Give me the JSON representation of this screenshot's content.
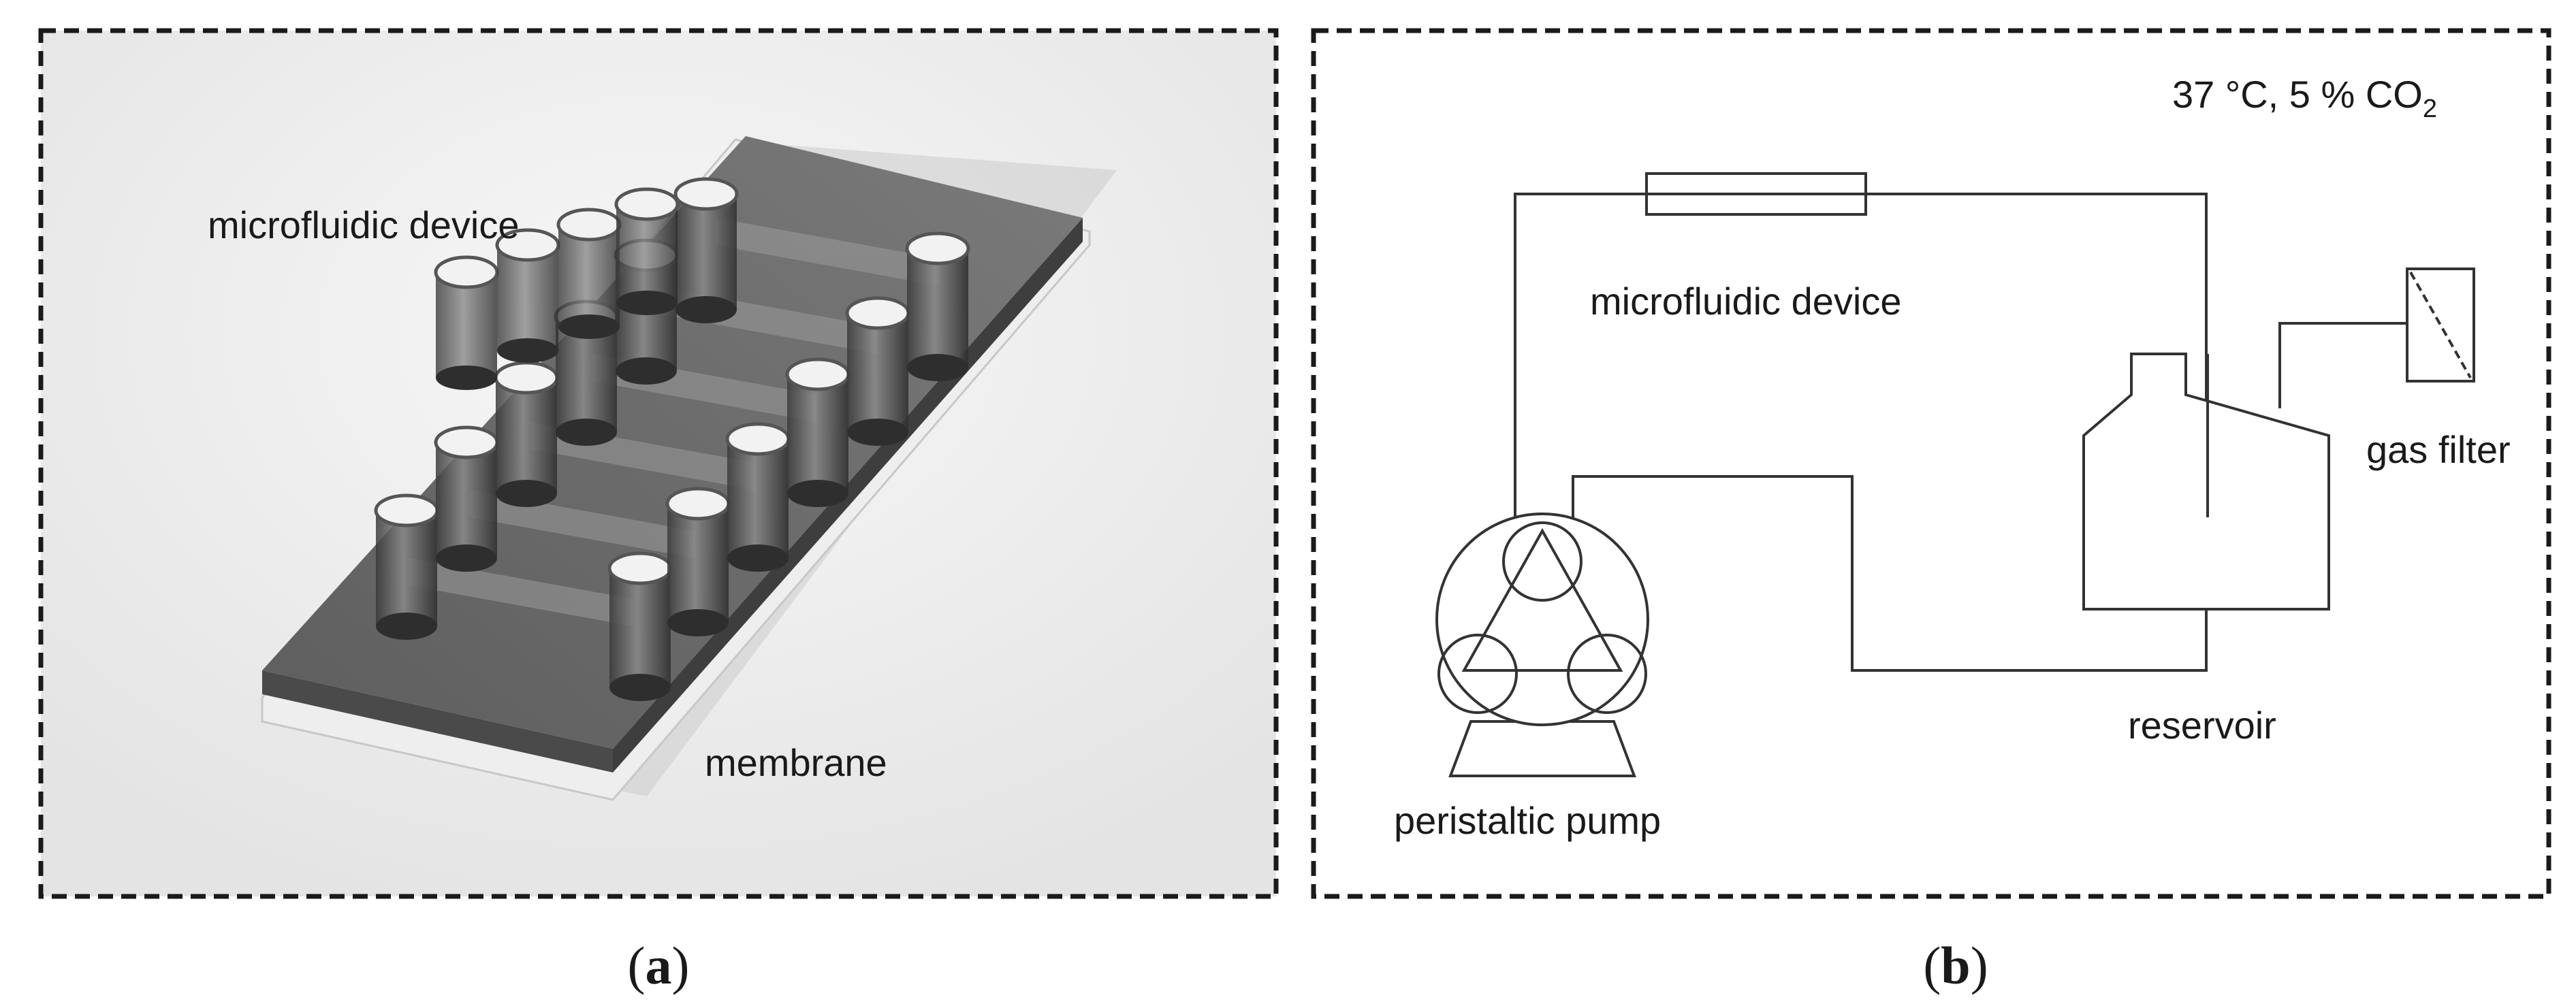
{
  "panel_a": {
    "caption_letter": "a",
    "label_device": "microfluidic device",
    "label_membrane": "membrane"
  },
  "panel_b": {
    "caption_letter": "b",
    "conditions_prefix": "37 °C, 5 % CO",
    "conditions_subscript": "2",
    "label_device": "microfluidic device",
    "label_gas_filter": "gas filter",
    "label_reservoir": "reservoir",
    "label_pump": "peristaltic pump"
  },
  "colors": {
    "frame": "#1a1a1a",
    "chip_top": "#6c6c6c",
    "chip_side": "#4a4a4a",
    "membrane": "#eeeeee",
    "line": "#333333"
  }
}
